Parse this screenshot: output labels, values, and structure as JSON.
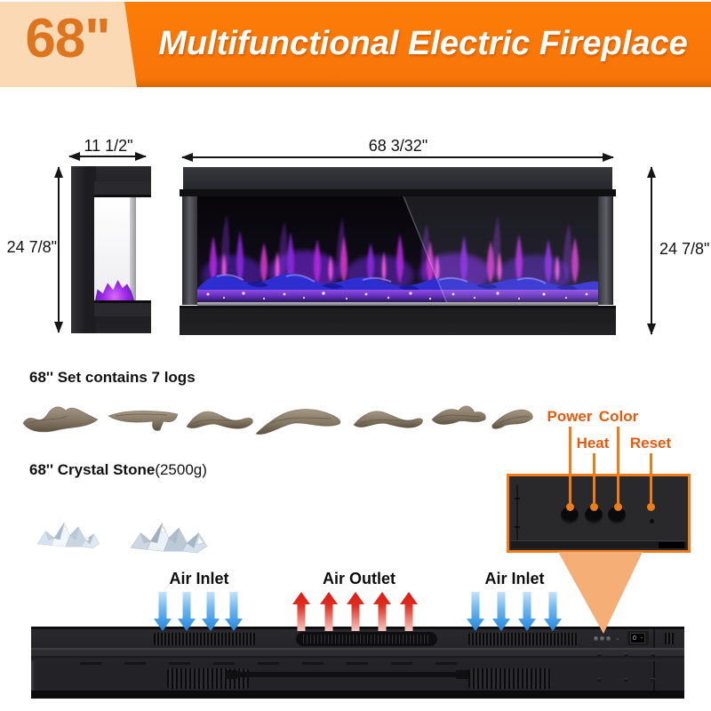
{
  "header": {
    "size_badge": "68\"",
    "title": "Multifunctional Electric Fireplace"
  },
  "diagram": {
    "side_view": {
      "width_label": "11 1/2\"",
      "height_label": "24 7/8\""
    },
    "front_view": {
      "width_label": "68 3/32\"",
      "height_label": "24 7/8\""
    }
  },
  "logs_section": {
    "title": "68'' Set contains 7 logs",
    "log_count": 7
  },
  "crystal_section": {
    "title": "68'' Crystal Stone",
    "weight_suffix": "(2500g)",
    "pile_count": 2
  },
  "control_panel": {
    "power_label": "Power",
    "color_label": "Color",
    "heat_label": "Heat",
    "reset_label": "Reset",
    "round_button_count": 3
  },
  "airflow": {
    "left_label": "Air Inlet",
    "center_label": "Air Outlet",
    "right_label": "Air Inlet",
    "inlet_arrow_count": 4,
    "outlet_arrow_count": 5
  },
  "power_switch": {
    "off_mark": "0",
    "on_mark": "-"
  },
  "colors": {
    "banner_orange": "#F87408",
    "badge_orange": "#DD741E",
    "peach": "#FBD9B5",
    "callout_orange": "#E8590C",
    "leader_orange": "#EE7D18",
    "funnel_peach": "#F5AF76",
    "arrow_blue": "#1F85DE",
    "arrow_red": "#DE1A14",
    "flame_purple": "#8A2BE2",
    "flame_magenta": "#D83BD0",
    "log_blue": "#2E2ED0"
  }
}
